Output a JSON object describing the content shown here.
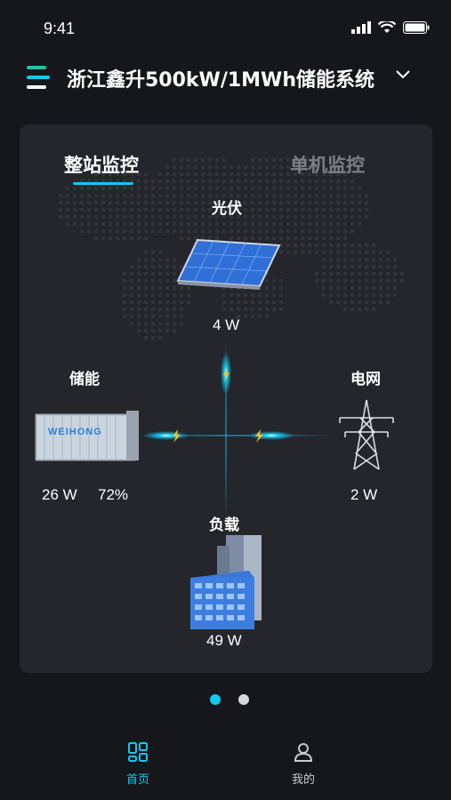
{
  "status": {
    "time": "9:41"
  },
  "header": {
    "title": "浙江鑫升500kW/1MWh储能系统"
  },
  "tabs": [
    {
      "label": "整站监控",
      "active": true
    },
    {
      "label": "单机监控",
      "active": false
    }
  ],
  "nodes": {
    "pv": {
      "label": "光伏",
      "power": "4 W"
    },
    "storage": {
      "label": "储能",
      "power": "26 W",
      "soc": "72%",
      "brand": "WEIHONG"
    },
    "grid": {
      "label": "电网",
      "power": "2 W"
    },
    "load": {
      "label": "负载",
      "power": "49 W"
    }
  },
  "pager": {
    "count": 2,
    "active": 0
  },
  "tabbar": {
    "items": [
      {
        "label": "首页",
        "icon": "home-grid-icon",
        "active": true
      },
      {
        "label": "我的",
        "icon": "user-icon",
        "active": false
      }
    ]
  },
  "colors": {
    "accent": "#12c9f3",
    "background": "#16171b",
    "card": "#24262c"
  }
}
